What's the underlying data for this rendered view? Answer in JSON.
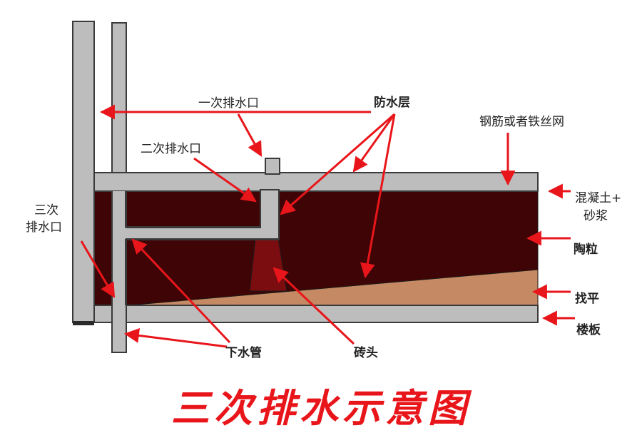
{
  "title": "三次排水示意图",
  "labels": {
    "first_drain": "一次排水口",
    "waterproof_layer": "防水层",
    "steel_mesh": "钢筋或者铁丝网",
    "second_drain": "二次排水口",
    "third_drain_line1": "三次",
    "third_drain_line2": "排水口",
    "concrete_line1": "混凝土+",
    "concrete_line2": "砂浆",
    "ceramsite": "陶粒",
    "leveling": "找平",
    "floor_slab": "楼板",
    "drain_pipe": "下水管",
    "brick": "砖头"
  },
  "colors": {
    "arrow": "#e8161b",
    "pipe_gray": "#bdbdbd",
    "outline": "#3a3a3a",
    "ceramsite_fill": "#3f0506",
    "leveling_fill": "#c58a63",
    "brick_fill": "#7b0c10"
  }
}
